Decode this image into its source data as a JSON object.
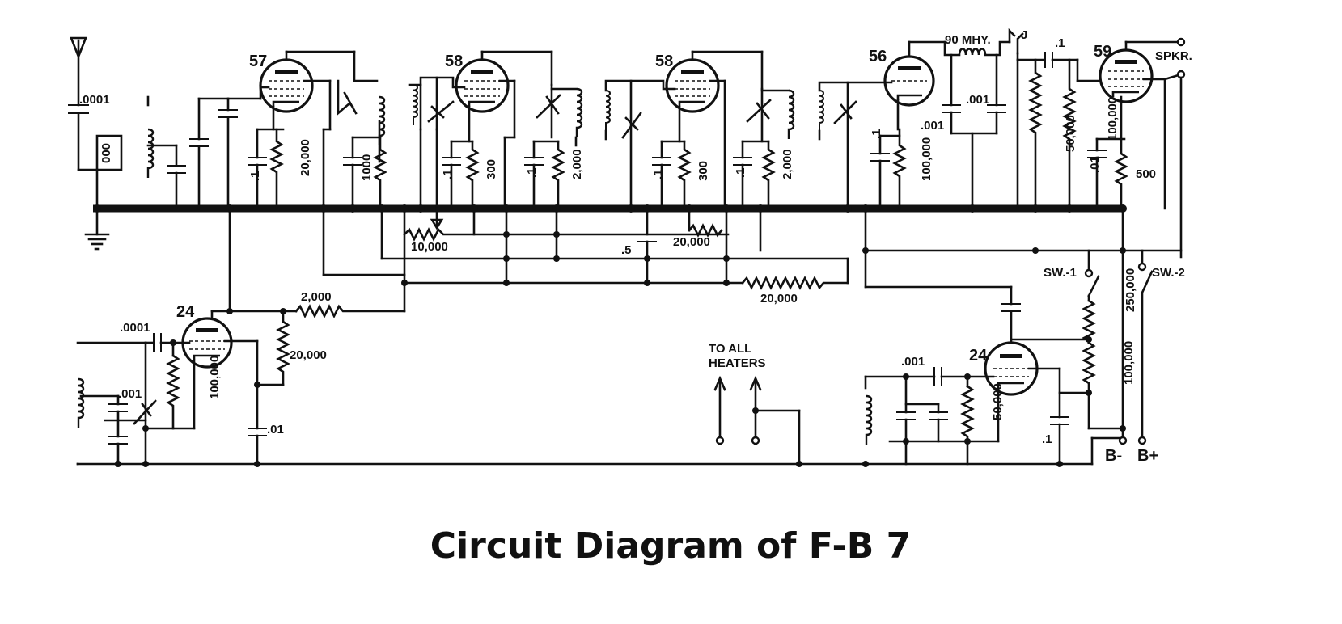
{
  "diagram": {
    "caption": "Circuit Diagram of F-B 7",
    "tubes": {
      "t57": "57",
      "t58a": "58",
      "t58b": "58",
      "t56": "56",
      "t59": "59",
      "t24a": "24",
      "t24b": "24"
    },
    "labels": {
      "c_0001_ant": ".0001",
      "r_20000_a": "20,000",
      "r_1000": "1000",
      "r_300_a": "300",
      "r_2000_a": "2,000",
      "r_300_b": "300",
      "r_2000_b": "2,000",
      "r_100000_a": "100,000",
      "c_001_a": ".001",
      "c_001_b": ".001",
      "choke_90": "90 MHY.",
      "jack_j": "J",
      "c_1_top": ".1",
      "r_50000": "50,000",
      "r_100000_b": "100,000",
      "spkr": "SPKR.",
      "c_01_a": ".01",
      "r_500": "500",
      "c_1_a": ".1",
      "c_1_b": ".1",
      "c_1_c": ".1",
      "c_1_d": ".1",
      "c_1_e": ".1",
      "pot_10000": "10,000",
      "c_5": ".5",
      "r_20000_b": "20,000",
      "r_20000_c": "20,000",
      "r_2000_c": "2,000",
      "r_20000_d": "20,000",
      "c_0001_osc": ".0001",
      "c_001_osc": ".001",
      "r_100000_osc": "100,000",
      "c_01_osc": ".01",
      "sw1": "SW.-1",
      "sw2": "SW.-2",
      "r_250000": "250,000",
      "r_100000_c": "100,000",
      "heaters_1": "TO ALL",
      "heaters_2": "HEATERS",
      "c_001_b2": ".001",
      "r_50000_b": "50,000",
      "c_1_f": ".1",
      "bminus": "B-",
      "bplus": "B+"
    }
  }
}
